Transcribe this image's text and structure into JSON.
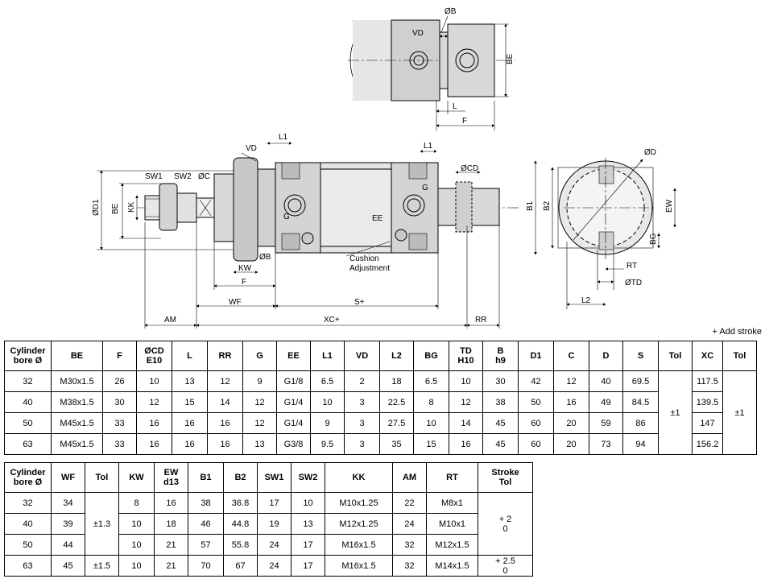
{
  "drawing": {
    "labels": {
      "ob_top": "ØB",
      "vd_top": "VD",
      "be_top": "BE",
      "l_top": "L",
      "f_top": "F",
      "l1_a": "L1",
      "vd_side": "VD",
      "l1_b": "L1",
      "ocd": "ØCD",
      "g_right": "G",
      "sw1": "SW1",
      "sw2": "SW2",
      "oc": "ØC",
      "od1": "ØD1",
      "be_side": "BE",
      "kk": "KK",
      "g_left": "G",
      "ee": "EE",
      "ob_side": "ØB",
      "kw": "KW",
      "f_side": "F",
      "cushion1": "Cushion",
      "cushion2": "Adjustment",
      "wf": "WF",
      "s_plus": "S+",
      "am": "AM",
      "xc_plus": "XC+",
      "rr": "RR",
      "od": "ØD",
      "b1": "B1",
      "b2": "B2",
      "ew": "EW",
      "bg": "BG",
      "rt": "RT",
      "otd": "ØTD",
      "l2": "L2"
    }
  },
  "note": "+ Add stroke",
  "table1": {
    "headers": [
      "Cylinder\nbore Ø",
      "BE",
      "F",
      "ØCD\nE10",
      "L",
      "RR",
      "G",
      "EE",
      "L1",
      "VD",
      "L2",
      "BG",
      "TD\nH10",
      "B\nh9",
      "D1",
      "C",
      "D",
      "S",
      "Tol",
      "XC",
      "Tol"
    ],
    "rows": [
      [
        "32",
        "M30x1.5",
        "26",
        "10",
        "13",
        "12",
        "9",
        "G1/8",
        "6.5",
        "2",
        "18",
        "6.5",
        "10",
        "30",
        "42",
        "12",
        "40",
        "69.5",
        "117.5"
      ],
      [
        "40",
        "M38x1.5",
        "30",
        "12",
        "15",
        "14",
        "12",
        "G1/4",
        "10",
        "3",
        "22.5",
        "8",
        "12",
        "38",
        "50",
        "16",
        "49",
        "84.5",
        "139.5"
      ],
      [
        "50",
        "M45x1.5",
        "33",
        "16",
        "16",
        "16",
        "12",
        "G1/4",
        "9",
        "3",
        "27.5",
        "10",
        "14",
        "45",
        "60",
        "20",
        "59",
        "86",
        "147"
      ],
      [
        "63",
        "M45x1.5",
        "33",
        "16",
        "16",
        "16",
        "13",
        "G3/8",
        "9.5",
        "3",
        "35",
        "15",
        "16",
        "45",
        "60",
        "20",
        "73",
        "94",
        "156.2"
      ]
    ],
    "tol_s": "±1",
    "tol_xc": "±1"
  },
  "table2": {
    "headers": [
      "Cylinder\nbore Ø",
      "WF",
      "Tol",
      "KW",
      "EW\nd13",
      "B1",
      "B2",
      "SW1",
      "SW2",
      "KK",
      "AM",
      "RT",
      "Stroke\nTol"
    ],
    "rows": [
      {
        "bore": "32",
        "wf": "34",
        "kw": "8",
        "ew": "16",
        "b1": "38",
        "b2": "36.8",
        "sw1": "17",
        "sw2": "10",
        "kk": "M10x1.25",
        "am": "22",
        "rt": "M8x1"
      },
      {
        "bore": "40",
        "wf": "39",
        "kw": "10",
        "ew": "18",
        "b1": "46",
        "b2": "44.8",
        "sw1": "19",
        "sw2": "13",
        "kk": "M12x1.25",
        "am": "24",
        "rt": "M10x1"
      },
      {
        "bore": "50",
        "wf": "44",
        "kw": "10",
        "ew": "21",
        "b1": "57",
        "b2": "55.8",
        "sw1": "24",
        "sw2": "17",
        "kk": "M16x1.5",
        "am": "32",
        "rt": "M12x1.5"
      },
      {
        "bore": "63",
        "wf": "45",
        "kw": "10",
        "ew": "21",
        "b1": "70",
        "b2": "67",
        "sw1": "24",
        "sw2": "17",
        "kk": "M16x1.5",
        "am": "32",
        "rt": "M14x1.5"
      }
    ],
    "tol_wf_a": "±1.3",
    "tol_wf_b": "±1.5",
    "stroke_tol_a": "+ 2\n0",
    "stroke_tol_b": "+ 2.5\n0"
  }
}
